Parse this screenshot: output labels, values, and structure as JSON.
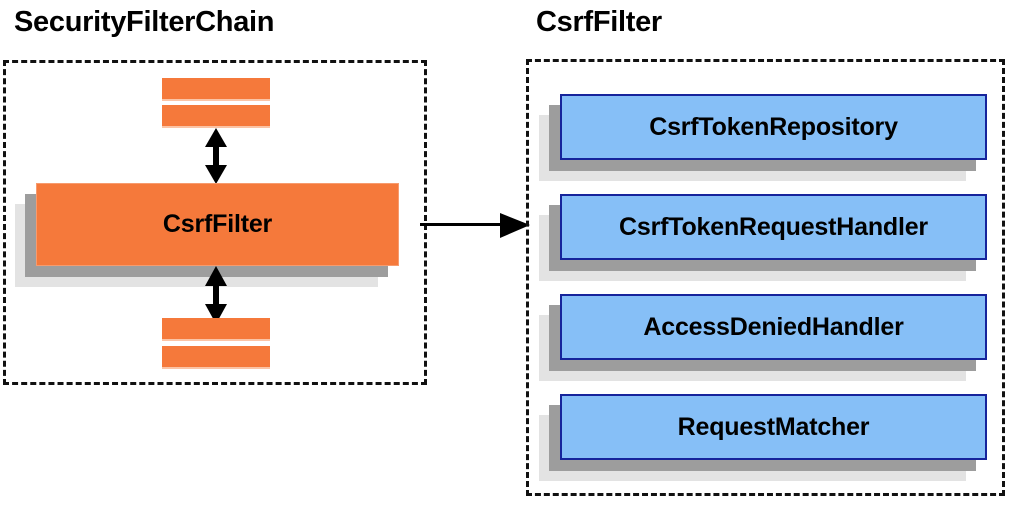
{
  "diagram": {
    "background_color": "#ffffff",
    "left_panel": {
      "title": "SecurityFilterChain",
      "border_style": "dashed",
      "border_color": "#111111",
      "stubs_top": [
        {
          "name": "filter-stub-top-1"
        },
        {
          "name": "filter-stub-top-2"
        }
      ],
      "main_node": {
        "label": "CsrfFilter",
        "fill_color": "#f5793b",
        "border_color": "#f79b6e"
      },
      "stubs_bottom": [
        {
          "name": "filter-stub-bottom-1"
        },
        {
          "name": "filter-stub-bottom-2"
        }
      ],
      "connector_top": {
        "type": "double-headed-vertical-arrow"
      },
      "connector_bottom": {
        "type": "double-headed-vertical-arrow"
      }
    },
    "connector_between_panels": {
      "type": "single-headed-horizontal-arrow",
      "color": "#000000",
      "direction": "left-to-right"
    },
    "right_panel": {
      "title": "CsrfFilter",
      "border_style": "dashed",
      "border_color": "#111111",
      "collaborators": [
        {
          "label": "CsrfTokenRepository",
          "fill_color": "#86bff7",
          "border_color": "#16249c"
        },
        {
          "label": "CsrfTokenRequestHandler",
          "fill_color": "#86bff7",
          "border_color": "#16249c"
        },
        {
          "label": "AccessDeniedHandler",
          "fill_color": "#86bff7",
          "border_color": "#16249c"
        },
        {
          "label": "RequestMatcher",
          "fill_color": "#86bff7",
          "border_color": "#16249c"
        }
      ]
    },
    "shadow": {
      "near_color": "#9d9d9d",
      "far_color": "#e3e3e3"
    }
  }
}
